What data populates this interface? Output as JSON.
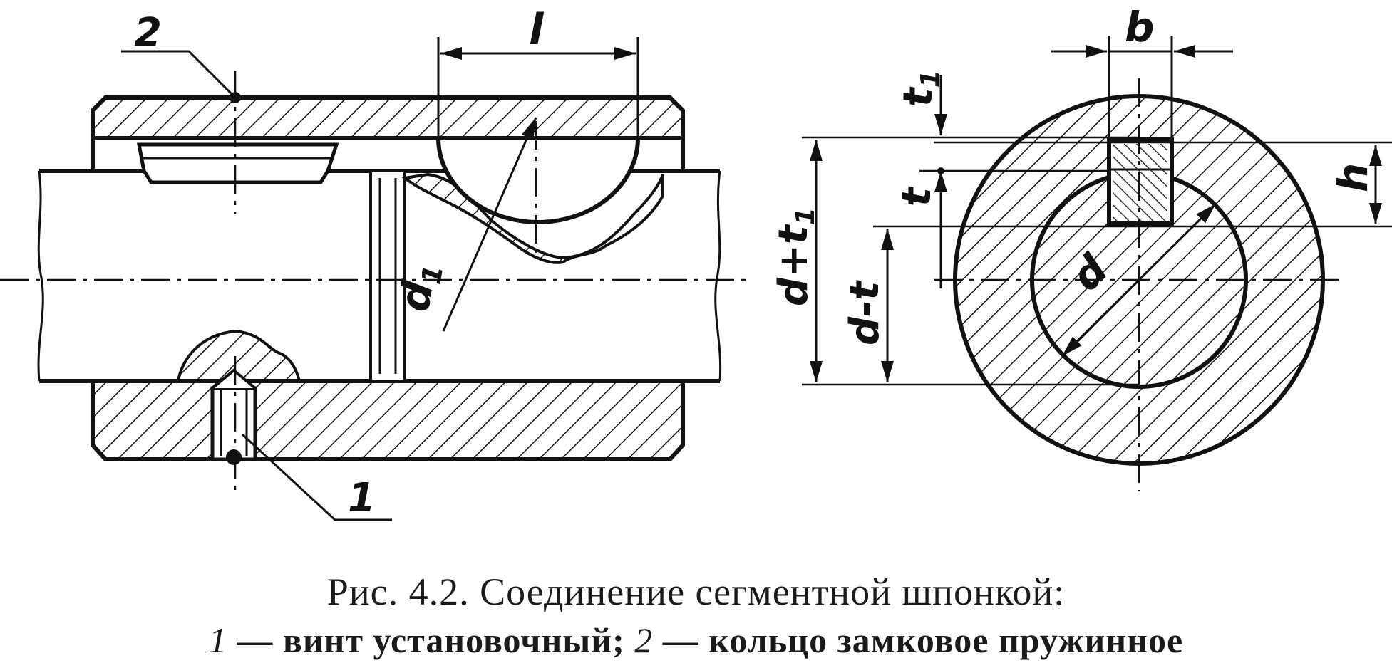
{
  "caption": {
    "title": "Рис. 4.2. Соединение сегментной шпонкой:",
    "legend_1_num": "1",
    "legend_1_text": " — винт установочный; ",
    "legend_2_num": "2",
    "legend_2_text": " — кольцо замковое пружинное"
  },
  "labels": {
    "callout_screw": "1",
    "callout_ring": "2",
    "dim_l": "l",
    "dim_b": "b",
    "dim_d1": "d",
    "dim_d1_sub": "1",
    "dim_d": "d",
    "dim_t": "t",
    "dim_t1": "t",
    "dim_t1_sub": "1",
    "dim_h": "h",
    "dim_d_plus_t1": "d+t",
    "dim_d_plus_t1_sub": "1",
    "dim_d_minus_t": "d-t"
  },
  "colors": {
    "ink": "#111111",
    "paper": "#ffffff"
  }
}
